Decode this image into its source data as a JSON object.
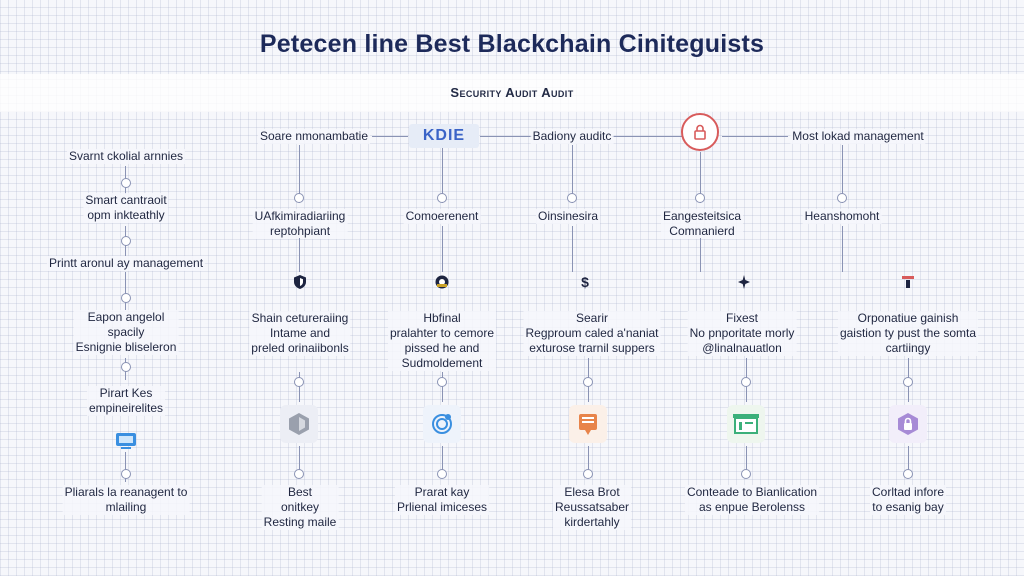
{
  "title": "Petecen line Best Blackchain Ciniteguists",
  "subtitle": "Security Audit Audit",
  "logo_text": "KDIE",
  "colors": {
    "accent_blue": "#3a63c7",
    "accent_red": "#d85b5b",
    "connector": "#8a93b4"
  },
  "left_column": [
    "Svarnt ckolial arnnies",
    "Smart cantraoit\nopm inkteathly",
    "Printt aronul ay management",
    "Eapon angelol\nspacily\nEsnignie bliseleron",
    "Pirart Kes\nempineirelites",
    "Pliarals la reanagent to\nmlailing"
  ],
  "top_row": [
    "Soare nmonambatie",
    "Badiony auditc",
    "Most lokad management"
  ],
  "level1": [
    "UAfkimiradiariing\nreptohpiant",
    "Comoerenent",
    "Oinsinesira",
    "Eangesteitsica\nComnanierd",
    "Heanshomoht"
  ],
  "level2": [
    "Shain cetureraiing\nIntame and\npreled orinaiibonls",
    "Hbfinal\npralahter to cemore\npissed he and\nSudmoldement",
    "Searir\nRegproum caled a'naniat\nexturose trarnil suppers",
    "Fixest\nNo pnporitate morly\n@linalnauatlon",
    "Orponatiue gainish\ngaistion ty pust the somta\ncartiingy"
  ],
  "level3": [
    "Best\nonitkey\nResting maile",
    "Prarat kay\nPrlienal imiceses",
    "Elesa Brot\nReussatsaber\nkirdertahly",
    "Conteade to Bianlication\nas enpue Berolenss",
    "Corltad infore\nto esanig bay"
  ],
  "icons": {
    "row2": [
      "shield-icon",
      "gear-shield-icon",
      "dollar-icon",
      "sparkle-icon",
      "ribbon-icon"
    ],
    "row3": [
      "hexagon-shield-icon",
      "fingerprint-icon",
      "certificate-icon",
      "document-icon",
      "lock-icon"
    ],
    "left": "monitor-icon",
    "top": "lock-badge-icon"
  }
}
